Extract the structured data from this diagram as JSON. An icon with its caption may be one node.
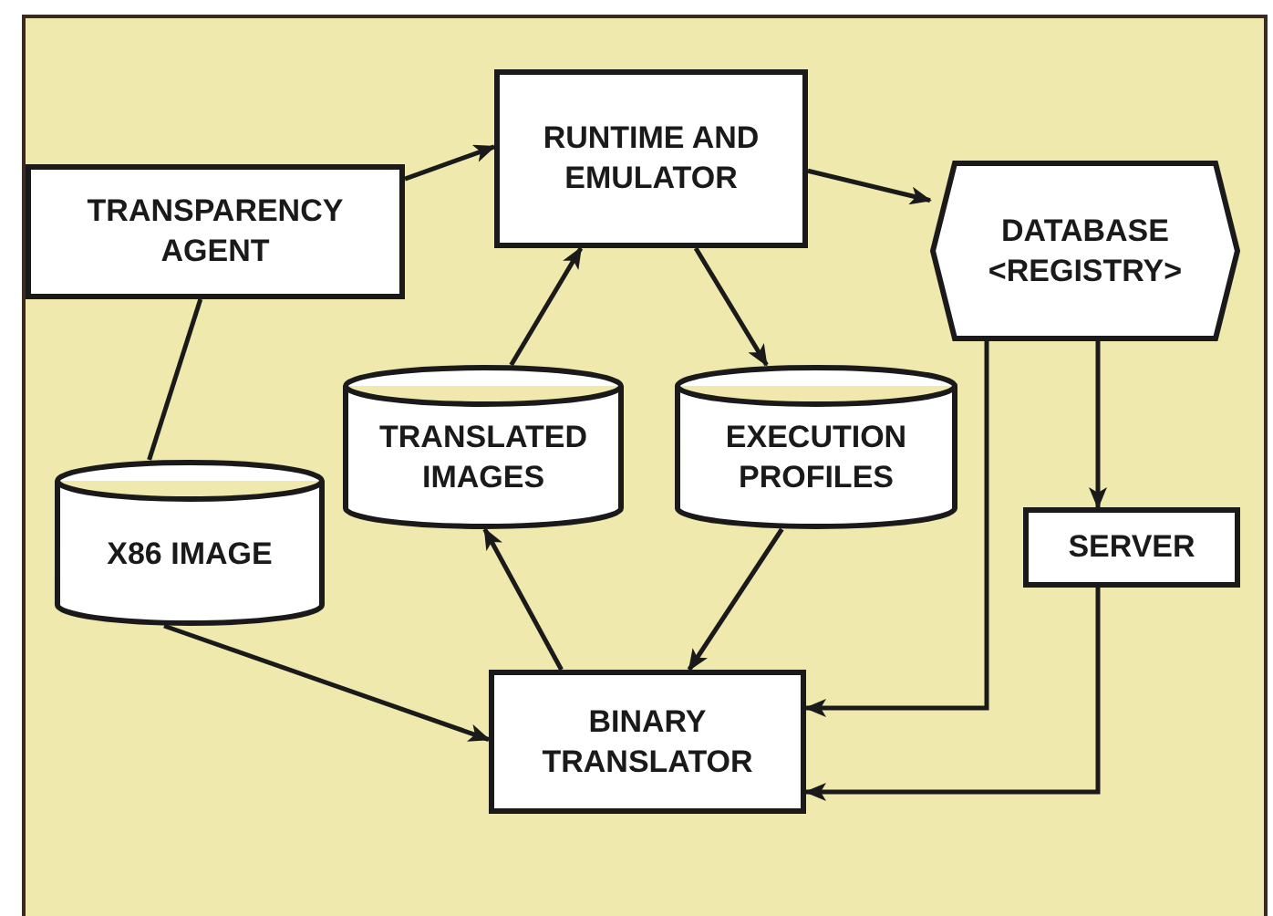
{
  "diagram": {
    "nodes": [
      {
        "text": [
          "TRANSPARENCY AGENT"
        ]
      },
      {
        "text": [
          "RUNTIME AND EMULATOR"
        ]
      },
      {
        "text": [
          "DATABASE <REGISTRY>"
        ]
      },
      {
        "text": [
          "TRANSLATED IMAGES"
        ]
      },
      {
        "text": [
          "EXECUTION PROFILES"
        ]
      },
      {
        "text": [
          "X86 IMAGE"
        ]
      },
      {
        "text": [
          "SERVER"
        ]
      },
      {
        "text": [
          "BINARY TRANSLATOR"
        ]
      }
    ],
    "edges": [
      {
        "from": 0,
        "to": 1,
        "arrow": "to"
      },
      {
        "from": 1,
        "to": 2,
        "arrow": "to"
      },
      {
        "from": 1,
        "to": 4,
        "arrow": "to"
      },
      {
        "from": 3,
        "to": 1,
        "arrow": "to"
      },
      {
        "from": 0,
        "to": 5,
        "arrow": "none"
      },
      {
        "from": 5,
        "to": 7,
        "arrow": "to"
      },
      {
        "from": 7,
        "to": 3,
        "arrow": "to"
      },
      {
        "from": 4,
        "to": 7,
        "arrow": "to"
      },
      {
        "from": 2,
        "to": 7,
        "arrow": "to"
      },
      {
        "from": 2,
        "to": 6,
        "arrow": "to"
      },
      {
        "from": 6,
        "to": 7,
        "arrow": "to"
      }
    ]
  }
}
